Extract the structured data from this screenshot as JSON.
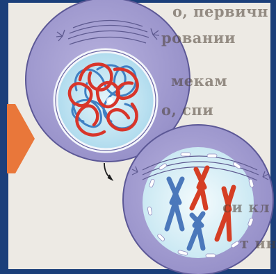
{
  "background_text": {
    "lines": [
      "о, первичн",
      "ровании",
      "мекам",
      "о, спи",
      "",
      "",
      "си кл",
      "т ин"
    ]
  },
  "colors": {
    "page_background": "#edeae4",
    "frame_blue": "#1b3f7a",
    "arrow_orange": "#e9773a",
    "cell_fill": "#a7a1d3",
    "cell_outline": "#5c5896",
    "nucleus_fill": "#b9e0ef",
    "chromatin_red": "#d8352a",
    "chromatin_blue": "#3f80c3",
    "chromosome_blue": "#4b78bb",
    "chromosome_red": "#d53e24",
    "spindle_line": "#5e5a90"
  },
  "diagram": {
    "cells": [
      {
        "id": "prophase-early",
        "nucleus_state": "intact-envelope",
        "content": "tangled-chromatin"
      },
      {
        "id": "prophase-late",
        "nucleus_state": "fragmented-envelope",
        "content": "condensed-chromosomes"
      }
    ],
    "chromosomes": [
      {
        "color": "blue",
        "count": 2
      },
      {
        "color": "red",
        "count": 2
      }
    ]
  }
}
